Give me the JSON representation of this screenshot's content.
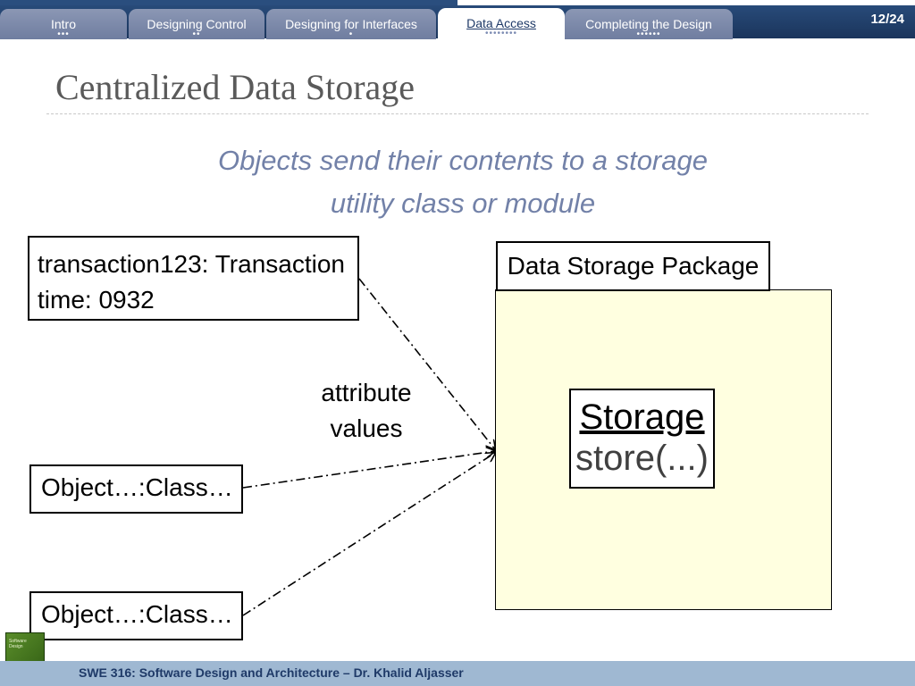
{
  "nav": {
    "progress": 0.5,
    "tabs": [
      {
        "label": "Intro",
        "dots": "•••"
      },
      {
        "label": "Designing Control",
        "dots": "••"
      },
      {
        "label": "Designing for Interfaces",
        "dots": "•"
      },
      {
        "label": "Data Access",
        "dots": "••••••••"
      },
      {
        "label": "Completing the Design",
        "dots": "••••••"
      }
    ],
    "active_tab": "Data Access",
    "page_number": "12/24"
  },
  "slide": {
    "title": "Centralized Data Storage",
    "subtitle_line1": "Objects send their contents to a storage",
    "subtitle_line2": "utility class or module"
  },
  "diagram": {
    "transaction_line1": "transaction123: Transaction",
    "transaction_line2": "time: 0932",
    "object_a": "Object…:Class…",
    "object_b": "Object…:Class…",
    "arrow_label_line1": "attribute",
    "arrow_label_line2": "values",
    "package_name": "Data Storage Package",
    "storage_class": "Storage",
    "storage_operation": "store(...)",
    "package_fill": "#ffffe0"
  },
  "footer": {
    "text": "SWE 316: Software Design and Architecture – Dr. Khalid Aljasser",
    "book_icon": "book-cover-icon"
  }
}
